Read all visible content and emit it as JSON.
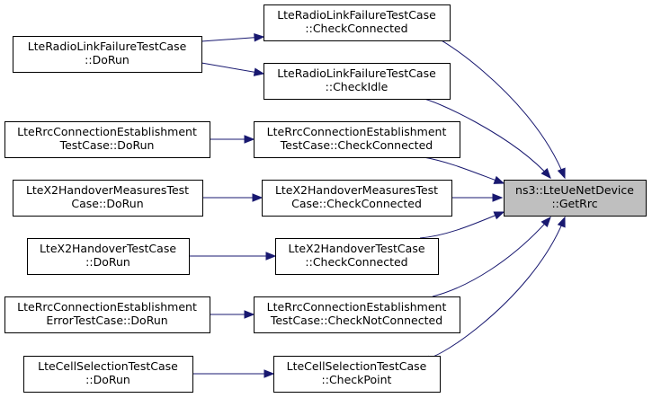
{
  "graph": {
    "nodes": [
      {
        "id": "rlf_dorun",
        "lines": [
          "LteRadioLinkFailureTestCase",
          "::DoRun"
        ]
      },
      {
        "id": "rlf_checkconnected",
        "lines": [
          "LteRadioLinkFailureTestCase",
          "::CheckConnected"
        ]
      },
      {
        "id": "rlf_checkidle",
        "lines": [
          "LteRadioLinkFailureTestCase",
          "::CheckIdle"
        ]
      },
      {
        "id": "rce_dorun",
        "lines": [
          "LteRrcConnectionEstablishment",
          "TestCase::DoRun"
        ]
      },
      {
        "id": "rce_checkconnected",
        "lines": [
          "LteRrcConnectionEstablishment",
          "TestCase::CheckConnected"
        ]
      },
      {
        "id": "x2m_dorun",
        "lines": [
          "LteX2HandoverMeasuresTest",
          "Case::DoRun"
        ]
      },
      {
        "id": "x2m_checkconnected",
        "lines": [
          "LteX2HandoverMeasuresTest",
          "Case::CheckConnected"
        ]
      },
      {
        "id": "x2_dorun",
        "lines": [
          "LteX2HandoverTestCase",
          "::DoRun"
        ]
      },
      {
        "id": "x2_checkconnected",
        "lines": [
          "LteX2HandoverTestCase",
          "::CheckConnected"
        ]
      },
      {
        "id": "rcee_dorun",
        "lines": [
          "LteRrcConnectionEstablishment",
          "ErrorTestCase::DoRun"
        ]
      },
      {
        "id": "rce_checknotconnected",
        "lines": [
          "LteRrcConnectionEstablishment",
          "TestCase::CheckNotConnected"
        ]
      },
      {
        "id": "cs_dorun",
        "lines": [
          "LteCellSelectionTestCase",
          "::DoRun"
        ]
      },
      {
        "id": "cs_checkpoint",
        "lines": [
          "LteCellSelectionTestCase",
          "::CheckPoint"
        ]
      },
      {
        "id": "getrrc",
        "lines": [
          "ns3::LteUeNetDevice",
          "::GetRrc"
        ],
        "focus": true
      }
    ],
    "edges": [
      {
        "from": "rlf_dorun",
        "to": "rlf_checkconnected"
      },
      {
        "from": "rlf_dorun",
        "to": "rlf_checkidle"
      },
      {
        "from": "rce_dorun",
        "to": "rce_checkconnected"
      },
      {
        "from": "x2m_dorun",
        "to": "x2m_checkconnected"
      },
      {
        "from": "x2_dorun",
        "to": "x2_checkconnected"
      },
      {
        "from": "rcee_dorun",
        "to": "rce_checknotconnected"
      },
      {
        "from": "cs_dorun",
        "to": "cs_checkpoint"
      },
      {
        "from": "rlf_checkconnected",
        "to": "getrrc"
      },
      {
        "from": "rlf_checkidle",
        "to": "getrrc"
      },
      {
        "from": "rce_checkconnected",
        "to": "getrrc"
      },
      {
        "from": "x2m_checkconnected",
        "to": "getrrc"
      },
      {
        "from": "x2_checkconnected",
        "to": "getrrc"
      },
      {
        "from": "rce_checknotconnected",
        "to": "getrrc"
      },
      {
        "from": "cs_checkpoint",
        "to": "getrrc"
      }
    ],
    "colors": {
      "edge": "#191970",
      "node_fill": "#ffffff",
      "node_border": "#000000",
      "focus_fill": "#bfbfbf"
    }
  }
}
